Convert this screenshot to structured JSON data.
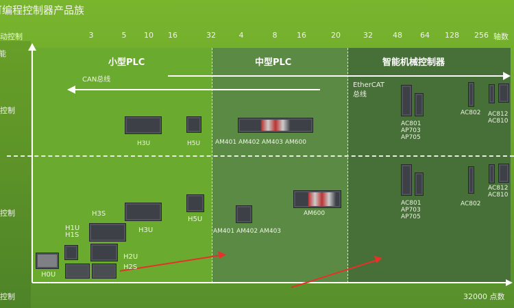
{
  "title": "可编程控制器产品族",
  "header": {
    "row_label": "运动控制",
    "ticks": [
      "3",
      "5",
      "10",
      "16",
      "32",
      "4",
      "8",
      "16",
      "20",
      "32",
      "48",
      "64",
      "128",
      "256"
    ],
    "axis_unit": "轴数"
  },
  "y_labels": {
    "top": "能",
    "sync": "同步控制",
    "position": "定位控制",
    "logic": "逻辑控制"
  },
  "x_bottom_label": "32000 点数",
  "regions": {
    "small": "小型PLC",
    "mid": "中型PLC",
    "smart": "智能机械控制器"
  },
  "buses": {
    "can": "CAN总线",
    "ethercat_1": "EtherCAT",
    "ethercat_2": "总线"
  },
  "products": {
    "h3u_top": "H3U",
    "h5u_top": "H5U",
    "am_top": "AM401 AM402 AM403 AM600",
    "ac_group1": [
      "AC801",
      "AP703",
      "AP705"
    ],
    "ac802": "AC802",
    "ac_group2": [
      "AC812",
      "AC810"
    ],
    "h3s": "H3S",
    "h3u": "H3U",
    "h5u": "H5U",
    "h1": [
      "H1U",
      "H1S"
    ],
    "h2": [
      "H2U",
      "H2S"
    ],
    "h0u": "H0U",
    "am_bottom": "AM401 AM402 AM403",
    "am600": "AM600",
    "ac_group1_b": [
      "AC801",
      "AP703",
      "AP705"
    ],
    "ac802_b": "AC802",
    "ac_group2_b": [
      "AC812",
      "AC810"
    ]
  },
  "colors": {
    "small": "#6aaa2e",
    "mid": "#5a8a44",
    "smart": "#476f38",
    "arrow_red": "#e8302a"
  }
}
